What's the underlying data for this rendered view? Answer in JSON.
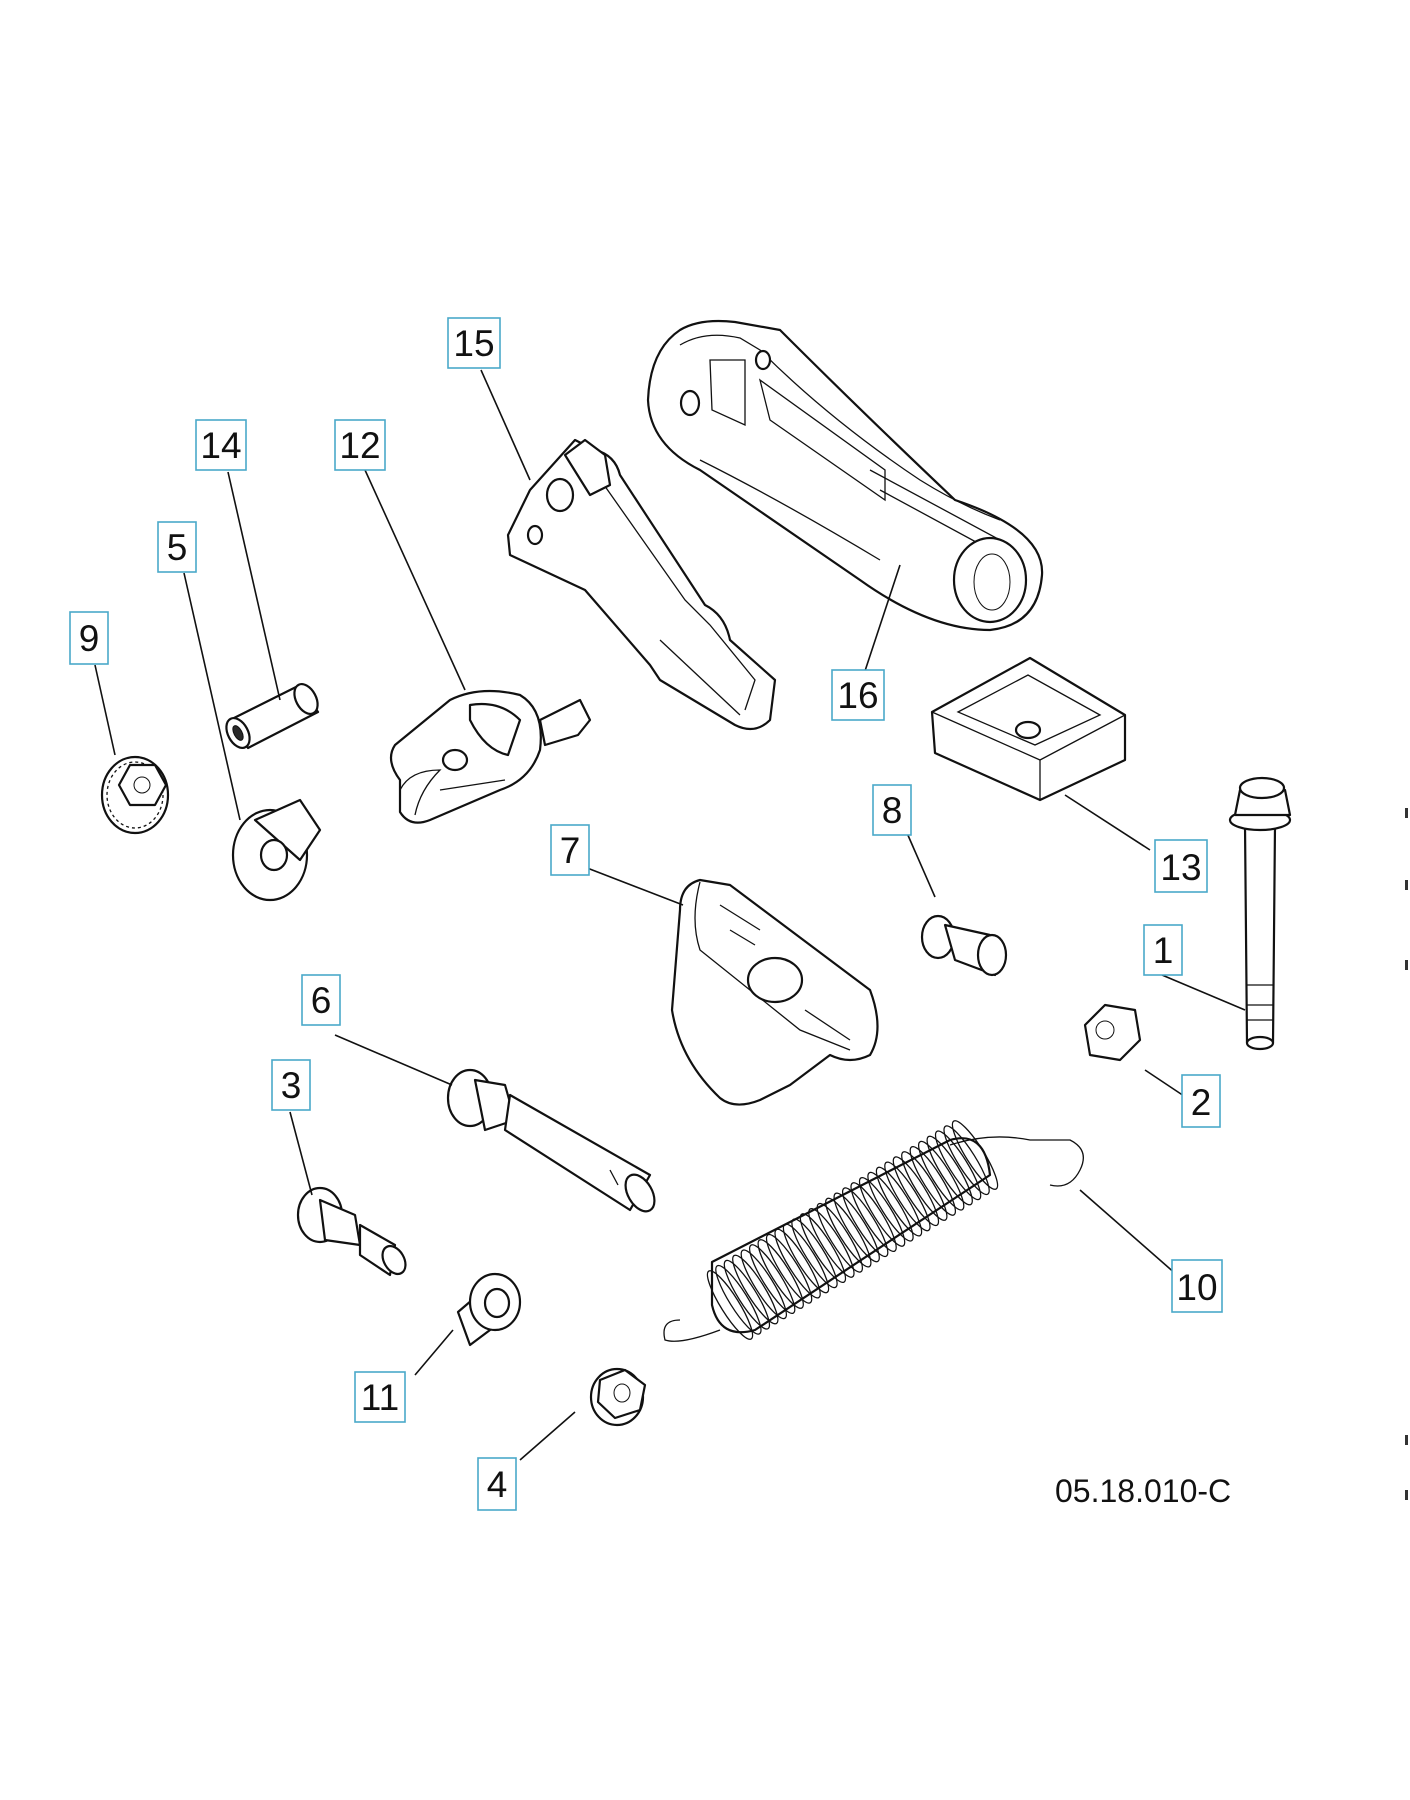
{
  "diagram_code": "05.18.010-C",
  "callouts": {
    "c1": "1",
    "c2": "2",
    "c3": "3",
    "c4": "4",
    "c5": "5",
    "c6": "6",
    "c7": "7",
    "c8": "8",
    "c9": "9",
    "c10": "10",
    "c11": "11",
    "c12": "12",
    "c13": "13",
    "c14": "14",
    "c15": "15",
    "c16": "16"
  }
}
